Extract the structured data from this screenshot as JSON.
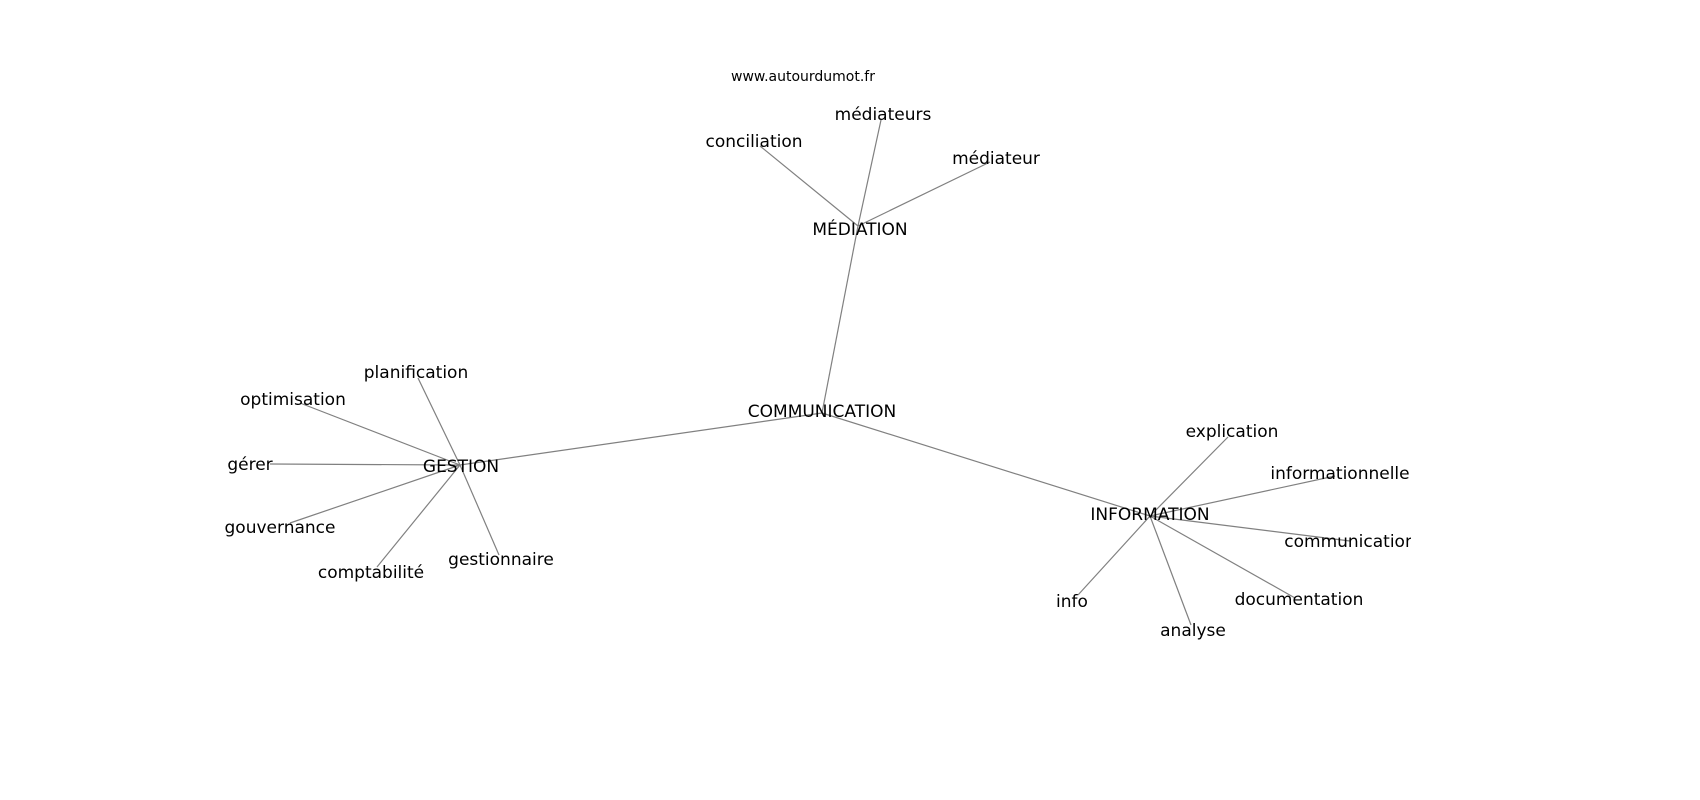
{
  "source": "www.autourdumot.fr",
  "nodes": {
    "communication_hub": "COMMUNICATION",
    "mediation": "MÉDIATION",
    "conciliation": "conciliation",
    "mediateurs": "médiateurs",
    "mediateur": "médiateur",
    "gestion": "GESTION",
    "planification": "planification",
    "optimisation": "optimisation",
    "gerer": "gérer",
    "gouvernance": "gouvernance",
    "comptabilite": "comptabilité",
    "gestionnaire": "gestionnaire",
    "information": "INFORMATION",
    "explication": "explication",
    "informationnelle": "informationnelle",
    "communication_leaf": "communication",
    "documentation": "documentation",
    "analyse": "analyse",
    "info": "info"
  },
  "edges": [
    [
      "communication_hub",
      "mediation"
    ],
    [
      "communication_hub",
      "gestion"
    ],
    [
      "communication_hub",
      "information"
    ],
    [
      "mediation",
      "conciliation"
    ],
    [
      "mediation",
      "mediateurs"
    ],
    [
      "mediation",
      "mediateur"
    ],
    [
      "gestion",
      "planification"
    ],
    [
      "gestion",
      "optimisation"
    ],
    [
      "gestion",
      "gerer"
    ],
    [
      "gestion",
      "gouvernance"
    ],
    [
      "gestion",
      "comptabilite"
    ],
    [
      "gestion",
      "gestionnaire"
    ],
    [
      "information",
      "explication"
    ],
    [
      "information",
      "informationnelle"
    ],
    [
      "information",
      "communication_leaf"
    ],
    [
      "information",
      "documentation"
    ],
    [
      "information",
      "analyse"
    ],
    [
      "information",
      "info"
    ]
  ]
}
